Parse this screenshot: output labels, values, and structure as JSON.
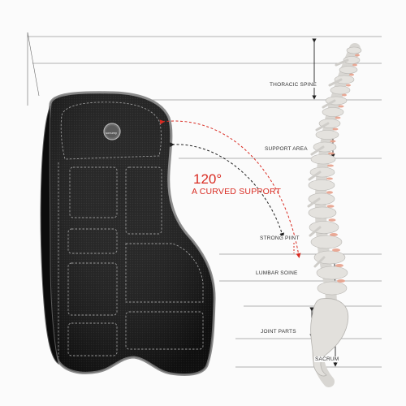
{
  "labels": {
    "thoracic_spine": "THORACIC SPINE",
    "support_area": "SUPPORT AREA",
    "strong_point": "STRONG PIINT",
    "lumbar_spine": "LUMBAR SOINE",
    "joint_parts": "JOINT PARTS",
    "sacrum": "SACRUM"
  },
  "callout": {
    "angle": "120°",
    "text": "A CURVED SUPPORT"
  },
  "logo": {
    "text": "sonumy"
  },
  "colors": {
    "cushion_fabric": "#151515",
    "cushion_piping": "#8c8c8c",
    "stitching": "#9a9a9a",
    "accent_red": "#d92b22",
    "guide_lines": "#555555",
    "bone": "#e2e0dc",
    "disc": "#e8a18c"
  }
}
